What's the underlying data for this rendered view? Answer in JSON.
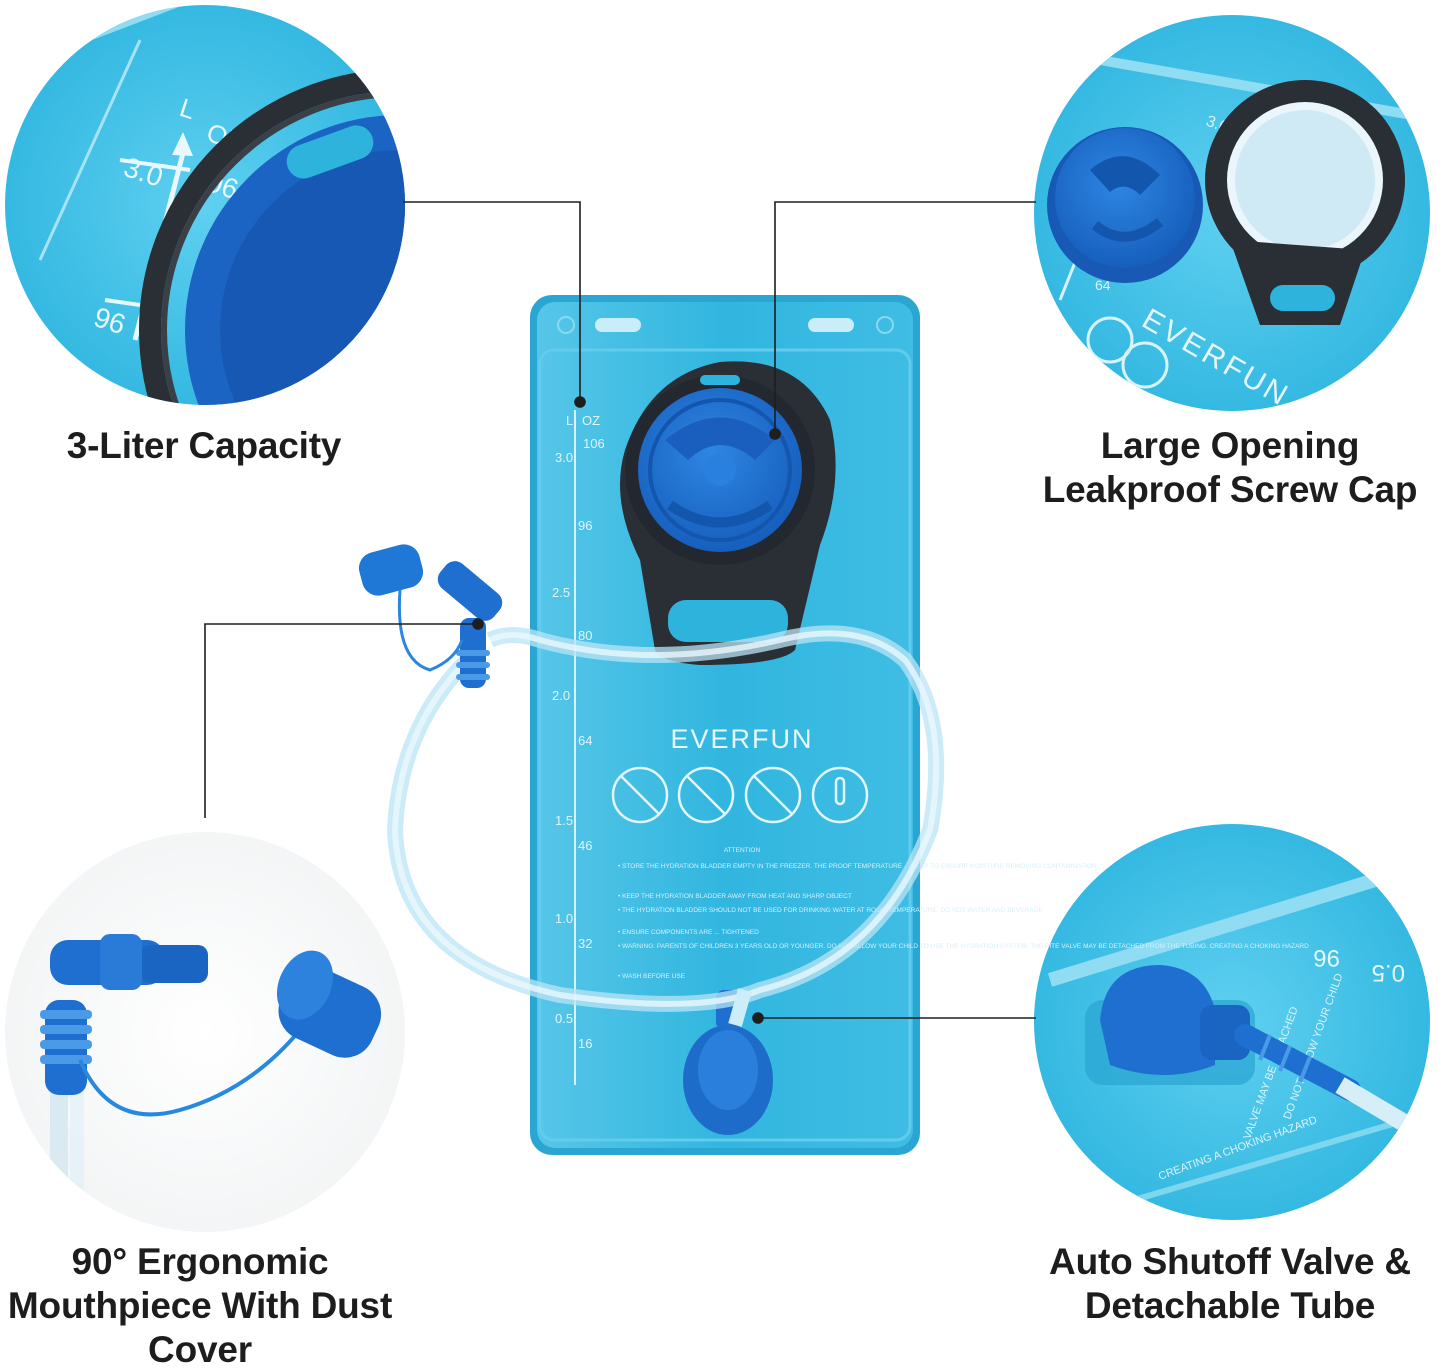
{
  "brand": "EVERFUN",
  "features": {
    "capacity": {
      "lines": [
        "3-Liter Capacity"
      ]
    },
    "screw_cap": {
      "lines": [
        "Large Opening",
        "Leakproof Screw Cap"
      ]
    },
    "mouthpiece": {
      "lines": [
        "90° Ergonomic",
        "Mouthpiece With Dust",
        "Cover"
      ]
    },
    "valve": {
      "lines": [
        "Auto Shutoff Valve &",
        "Detachable Tube"
      ]
    }
  },
  "scale": {
    "units": {
      "liters": "L",
      "ounces": "OZ"
    },
    "liters": [
      "3.0",
      "2.5",
      "2.0",
      "1.5",
      "1.0",
      "0.5"
    ],
    "ounces": [
      "106",
      "96",
      "80",
      "64",
      "46",
      "32",
      "16"
    ]
  },
  "bladder_text": {
    "attention": "ATTENTION",
    "notes": [
      "• STORE THE HYDRATION BLADDER EMPTY IN THE FREEZER. THE PROOF TEMPERATURE ... KEEP TO ENSURE MOISTURE REMOVING CONTAMINATION",
      "• KEEP THE HYDRATION BLADDER AWAY FROM HEAT AND SHARP OBJECT",
      "• THE HYDRATION BLADDER SHOULD NOT BE USED FOR DRINKING WATER AT ROOM TEMPERATURE. DO NOT WATER AND BEVERAGE",
      "• ENSURE COMPONENTS ARE ... TIGHTENED",
      "• WARNING: PARENTS OF CHILDREN 3 YEARS OLD OR YOUNGER. DO NOT ALLOW YOUR CHILD TO USE THE HYDRATION SYSTEM. THE BITE VALVE MAY BE DETACHED FROM THE TUBING. CREATING A CHOKING HAZARD",
      "• WASH BEFORE USE"
    ]
  },
  "colors": {
    "bladder": "#2db3dc",
    "bladder_light": "#6fd0ec",
    "cap_blue": "#1f6fd0",
    "ring_black": "#2a2f36",
    "caption_text": "#1d1d1d"
  }
}
